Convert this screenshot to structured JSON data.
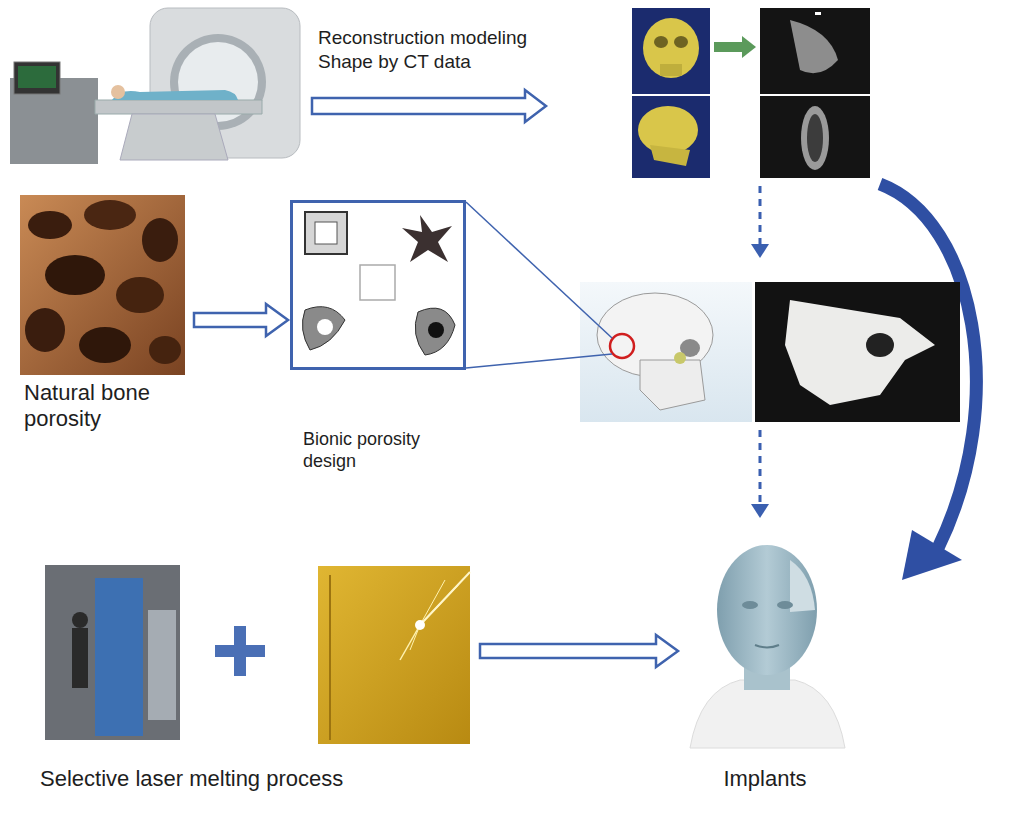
{
  "diagram": {
    "nodes": [
      {
        "text": [
          "Natural bone porosity"
        ]
      },
      {
        "text": [
          "Bionic porosity design"
        ]
      },
      {
        "text": [
          "Selective laser melting process"
        ]
      },
      {
        "text": [
          "Implants"
        ]
      }
    ],
    "edges": [
      {
        "from": 0,
        "to": 1,
        "arrow": "to"
      },
      {
        "from": 2,
        "to": 3,
        "arrow": "to"
      }
    ],
    "labels": [
      "Reconstruction modeling Shape by CT data"
    ]
  }
}
